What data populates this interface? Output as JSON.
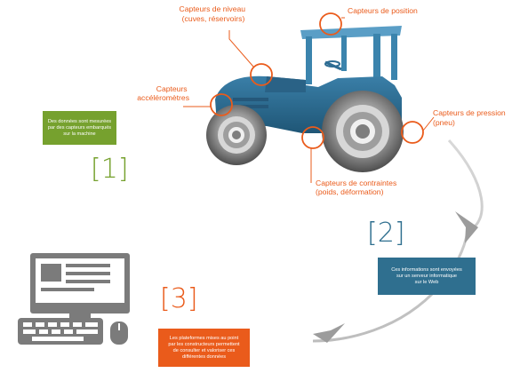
{
  "colors": {
    "accent_orange": "#ea5b1b",
    "accent_green": "#76a12e",
    "accent_blue": "#2f6f8f",
    "tractor_body": "#2d6c93",
    "wheel_grey": "#8b8b8b",
    "arrow_grey": "#bdbdbd",
    "computer_grey": "#7b7b7b"
  },
  "sensors": {
    "niveau": [
      "Capteurs de niveau",
      "(cuves, réservoirs)"
    ],
    "position": [
      "Capteurs de position"
    ],
    "accelerometres": [
      "Capteurs",
      "accéléromètres"
    ],
    "pression": [
      "Capteurs de pression",
      "(pneu)"
    ],
    "contraintes": [
      "Capteurs de contraintes",
      "(poids, déformation)"
    ]
  },
  "steps": {
    "one": {
      "number": "[1]",
      "lines": [
        "Des données sont mesurées",
        "par des capteurs embarqués",
        "sur la machine"
      ]
    },
    "two": {
      "number": "[2]",
      "lines": [
        "Ces informations sont envoyées",
        "sur un serveur informatique",
        "sur le Web"
      ]
    },
    "three": {
      "number": "[3]",
      "lines": [
        "Les plateformes mises au point",
        "par les constructeurs permettent",
        "de consulter et valoriser ces",
        "différentes données"
      ]
    }
  },
  "icons": {
    "tractor": "tractor-icon",
    "computer": "computer-icon",
    "arrow": "arrow-icon"
  }
}
